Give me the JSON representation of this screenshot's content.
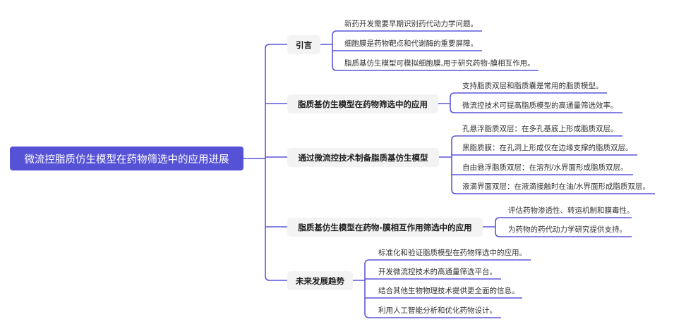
{
  "root": {
    "label": "微流控脂质仿生模型在药物筛选中的应用进展"
  },
  "colors": {
    "root_fill": "#5652d6",
    "line": "#5b56d8",
    "topic_fill": "#f3f3f4",
    "text": "#333333"
  },
  "topics": [
    {
      "label": "引言",
      "children": [
        "新药开发需要早期识别药代动力学问题。",
        "细胞膜是药物靶点和代谢酶的重要屏障。",
        "脂质基仿生模型可模拟细胞膜,用于研究药物-膜相互作用。"
      ]
    },
    {
      "label": "脂质基仿生模型在药物筛选中的应用",
      "children": [
        "支持脂质双层和脂质囊是常用的脂质模型。",
        "微流控技术可提高脂质模型的高通量筛选效率。"
      ]
    },
    {
      "label": "通过微流控技术制备脂质基仿生模型",
      "children": [
        "孔悬浮脂质双层：在多孔基底上形成脂质双层。",
        "黑脂质膜：在孔洞上形成仅在边缘支撑的脂质双层。",
        "自由悬浮脂质双层：在溶剂/水界面形成脂质双层。",
        "液滴界面双层：在液滴接触时在油/水界面形成脂质双层。"
      ]
    },
    {
      "label": "脂质基仿生模型在药物-膜相互作用筛选中的应用",
      "children": [
        "评估药物渗透性、转运机制和膜毒性。",
        "为药物的药代动力学研究提供支持。"
      ]
    },
    {
      "label": "未来发展趋势",
      "children": [
        "标准化和验证脂质模型在药物筛选中的应用。",
        "开发微流控技术的高通量筛选平台。",
        "结合其他生物物理技术提供更全面的信息。",
        "利用人工智能分析和优化药物设计。"
      ]
    }
  ]
}
